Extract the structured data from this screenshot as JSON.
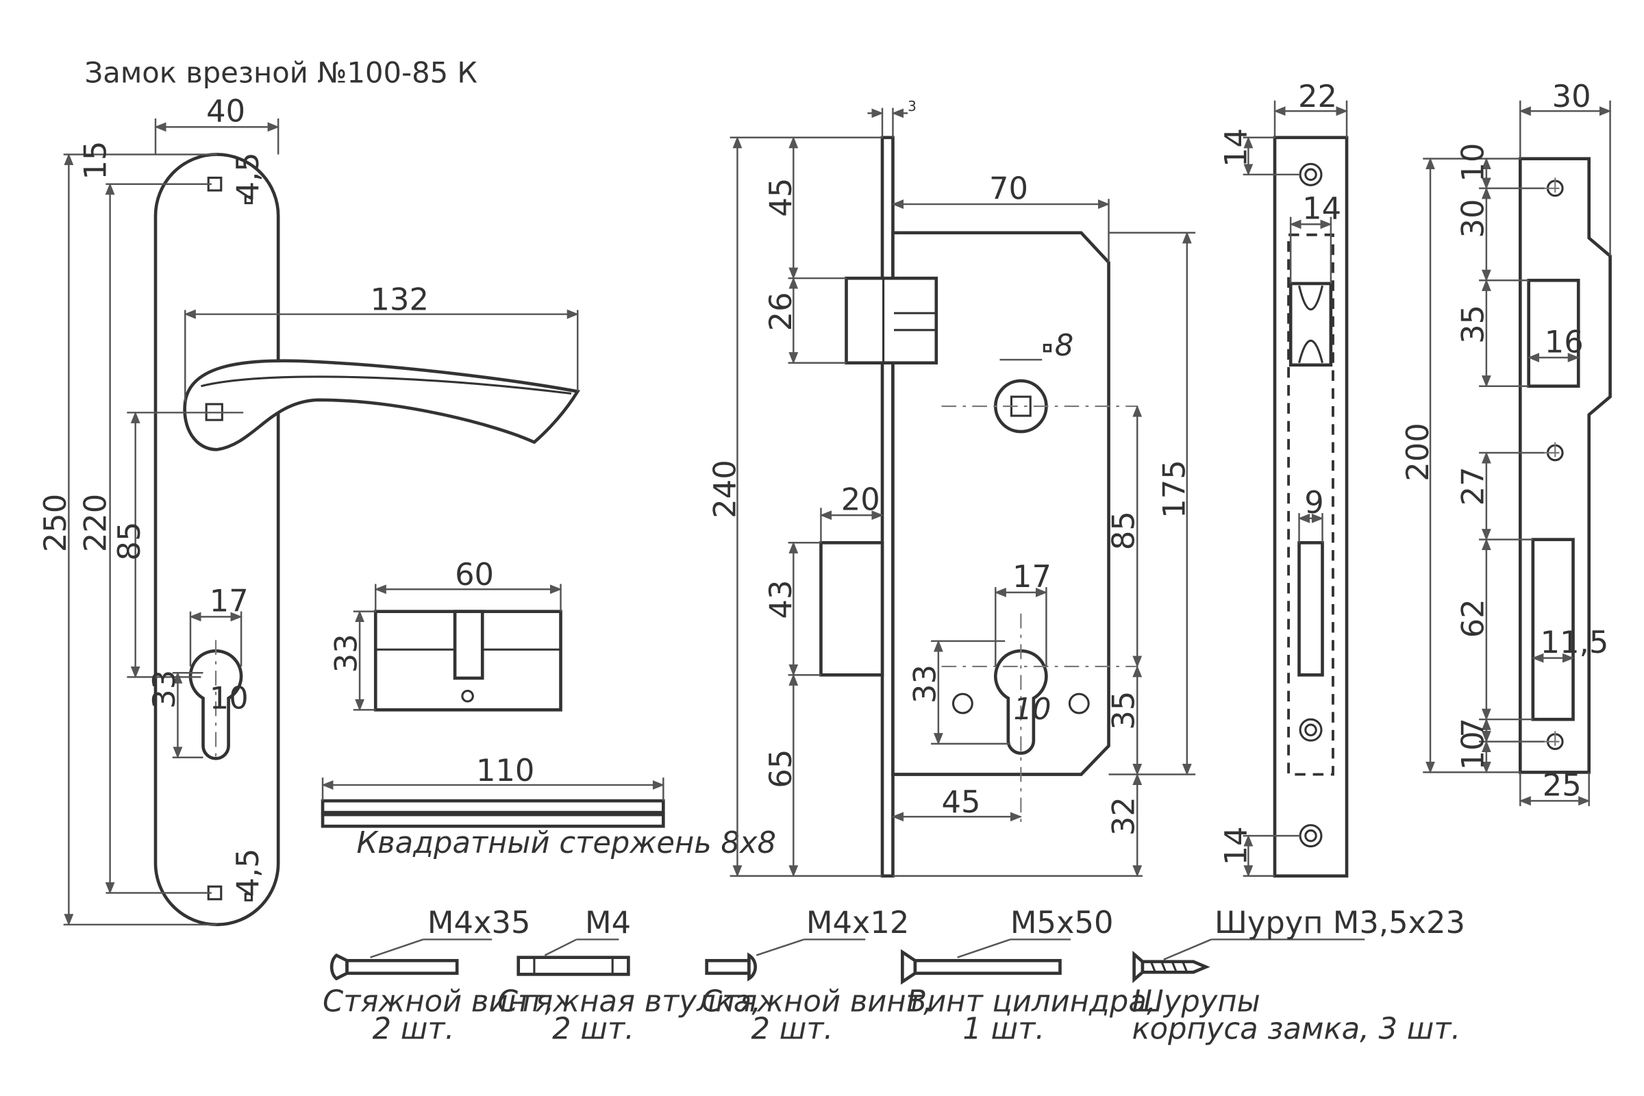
{
  "title": "Замок врезной №100-85 К",
  "colors": {
    "line": "#333333",
    "background": "#ffffff"
  },
  "handle_plate": {
    "width": "40",
    "total_height": "250",
    "hole_span": "220",
    "top_offset": "15",
    "small_hole_top": "4,5",
    "small_hole_bottom": "4,5",
    "lever_length": "132",
    "axis_to_cylinder": "85",
    "keyhole_width": "17",
    "keyhole_height": "33",
    "keyhole_slot": "10"
  },
  "cylinder": {
    "length": "60",
    "height": "33"
  },
  "spindle": {
    "length": "110",
    "caption": "Квадратный стержень 8х8"
  },
  "lock_body": {
    "faceplate_thickness": "3",
    "depth": "70",
    "top_to_latch": "45",
    "latch_height": "26",
    "total_height": "240",
    "spindle_square": "8",
    "bolt_throw": "20",
    "bolt_height": "43",
    "bottom_to_bolt": "65",
    "center_distance": "85",
    "body_height": "175",
    "cylinder_width": "17",
    "cylinder_height": "33",
    "cylinder_slot": "10",
    "cylinder_to_bottom": "35",
    "backset": "45",
    "body_to_bottom": "32"
  },
  "faceplate": {
    "width": "22",
    "top_hole": "14",
    "bottom_hole": "14",
    "latch_window_width": "14",
    "bolt_window_width": "9"
  },
  "strike_plate": {
    "width": "30",
    "bottom_width": "25",
    "total_height": "200",
    "top_offset": "10",
    "gap1": "30",
    "latch_window": "35",
    "latch_window_width": "16",
    "gap2": "27",
    "bolt_window": "62",
    "bolt_window_width": "11,5",
    "bottom_gap": "7",
    "bottom_offset": "10"
  },
  "fasteners": [
    {
      "size": "М4х35",
      "caption1": "Стяжной винт,",
      "caption2": "2 шт."
    },
    {
      "size": "М4",
      "caption1": "Стяжная втулка,",
      "caption2": "2 шт."
    },
    {
      "size": "М4х12",
      "caption1": "Стяжной винт,",
      "caption2": "2 шт."
    },
    {
      "size": "М5х50",
      "caption1": "Винт цилиндра,",
      "caption2": "1 шт."
    },
    {
      "size": "Шуруп М3,5х23",
      "caption1": "Шурупы",
      "caption2": "корпуса замка, 3 шт."
    }
  ]
}
